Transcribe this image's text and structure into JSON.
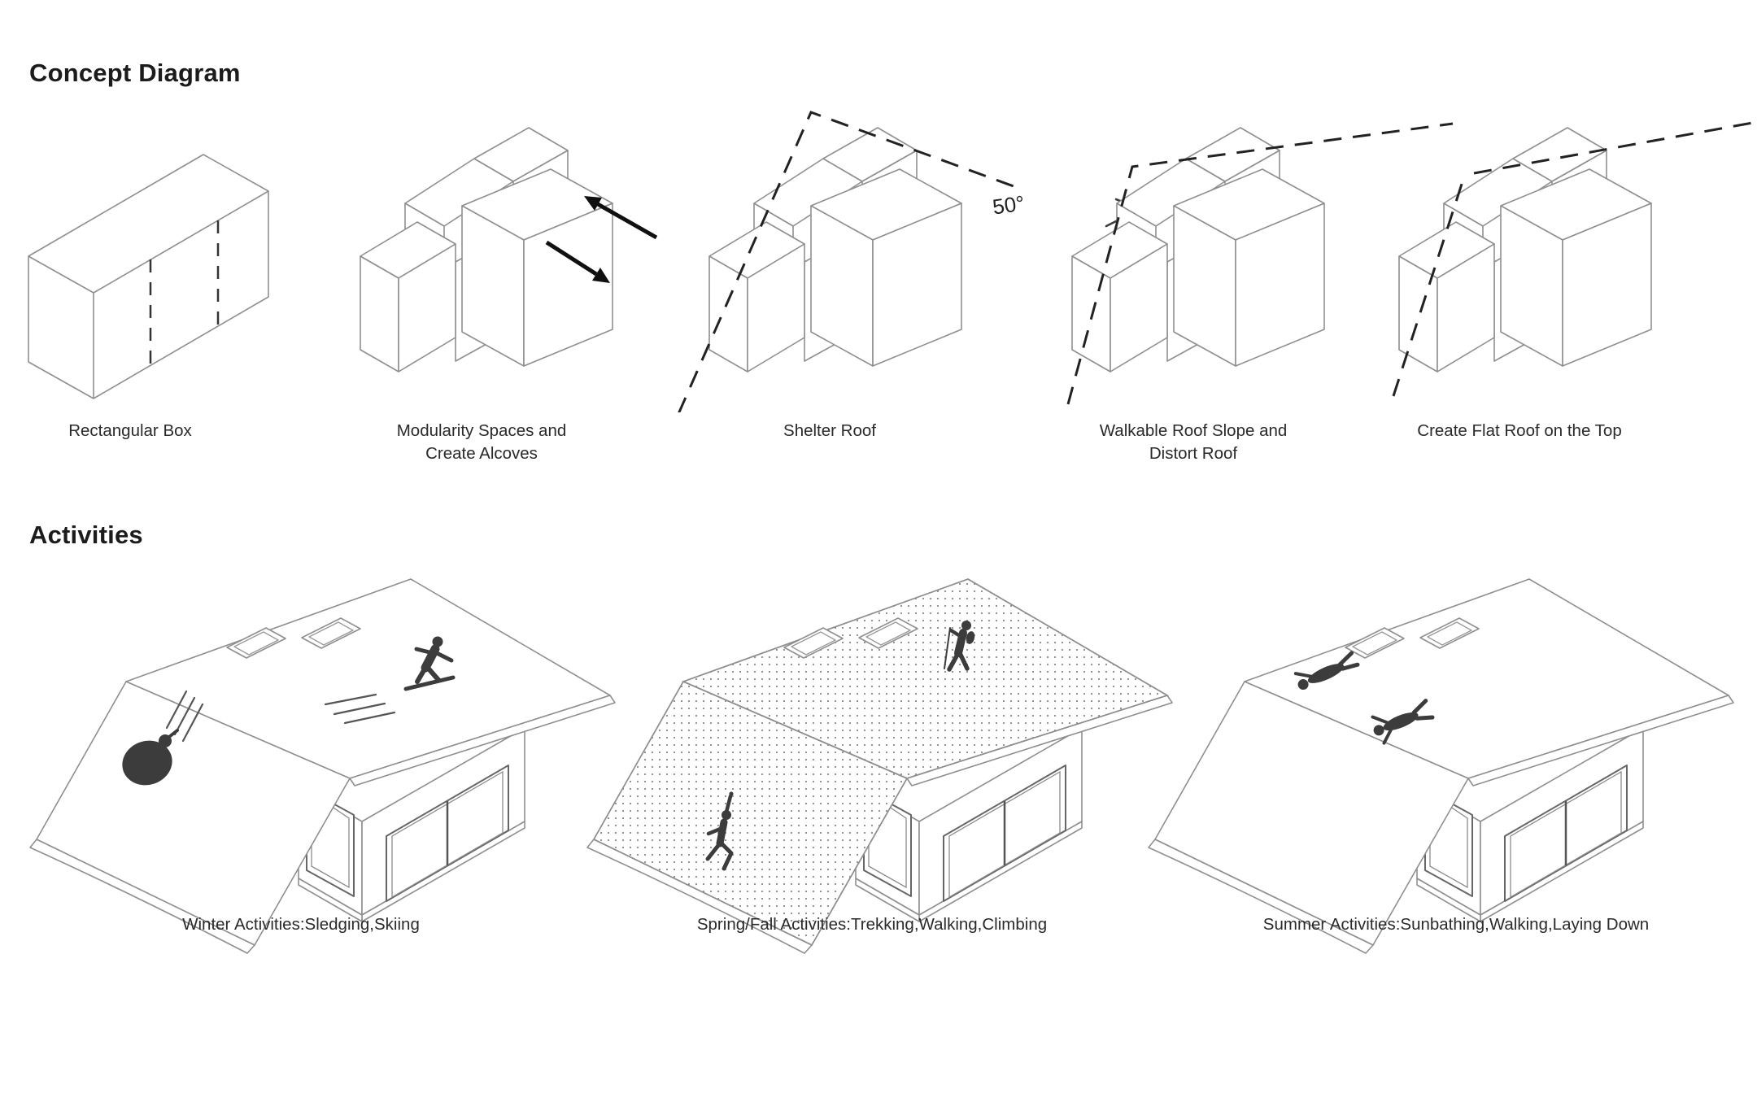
{
  "concept": {
    "heading": "Concept Diagram",
    "steps": [
      {
        "id": "rectangular-box",
        "label": "Rectangular Box"
      },
      {
        "id": "modularity",
        "label": "Modularity Spaces and Create Alcoves"
      },
      {
        "id": "shelter-roof",
        "label": "Shelter Roof",
        "angle_annotation": "50°"
      },
      {
        "id": "walkable-roof",
        "label": "Walkable Roof Slope and Distort Roof"
      },
      {
        "id": "flat-roof",
        "label": "Create Flat Roof on the Top"
      }
    ]
  },
  "activities": {
    "heading": "Activities",
    "items": [
      {
        "id": "winter",
        "label": "Winter Activities:Sledging,Skiing",
        "figures": [
          "sledge",
          "snowboarder"
        ]
      },
      {
        "id": "spring-fall",
        "label": "Spring/Fall Activities:Trekking,Walking,Climbing",
        "figures": [
          "climber",
          "trekker"
        ]
      },
      {
        "id": "summer",
        "label": "Summer Activities:Sunbathing,Walking,Laying Down",
        "figures": [
          "sunbather-lying",
          "sunbather-spread"
        ]
      }
    ]
  },
  "colors": {
    "background": "#ffffff",
    "drawing_line": "#8f8f8f",
    "ink": "#222222",
    "figure_silhouette": "#3c3c3c"
  }
}
